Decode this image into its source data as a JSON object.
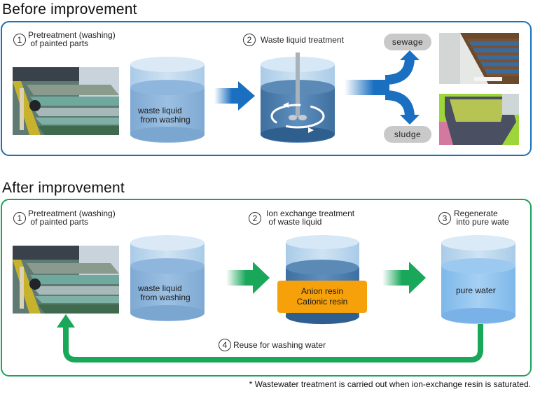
{
  "before": {
    "title": "Before improvement",
    "accent_color": "#1a6fb5",
    "step1": {
      "number": "1",
      "label": "Pretreatment (washing)\n of painted parts"
    },
    "tank1_label": "waste liquid\n from washing",
    "step2": {
      "number": "2",
      "label": "Waste liquid treatment"
    },
    "outputs": [
      {
        "label": "sewage",
        "photo": "sewage-channel-photo"
      },
      {
        "label": "sludge",
        "photo": "sludge-container-photo"
      }
    ],
    "photo1": "washing-tank-photo"
  },
  "after": {
    "title": "After improvement",
    "accent_color": "#1aa35a",
    "step1": {
      "number": "1",
      "label": "Pretreatment (washing)\n of painted parts"
    },
    "tank1_label": "waste liquid\n from washing",
    "step2": {
      "number": "2",
      "label": "Ion exchange treatment\n of waste liquid"
    },
    "resin": {
      "line1": "Anion resin",
      "line2": "Cationic resin",
      "color": "#f7a10a"
    },
    "step3": {
      "number": "3",
      "label": "Regenerate\n into pure wate"
    },
    "tank3_label": "pure water",
    "step4": {
      "number": "4",
      "label": "Reuse for washing water"
    },
    "photo1": "washing-tank-photo"
  },
  "footnote": "* Wastewater treatment is carried out when ion-exchange resin is saturated."
}
